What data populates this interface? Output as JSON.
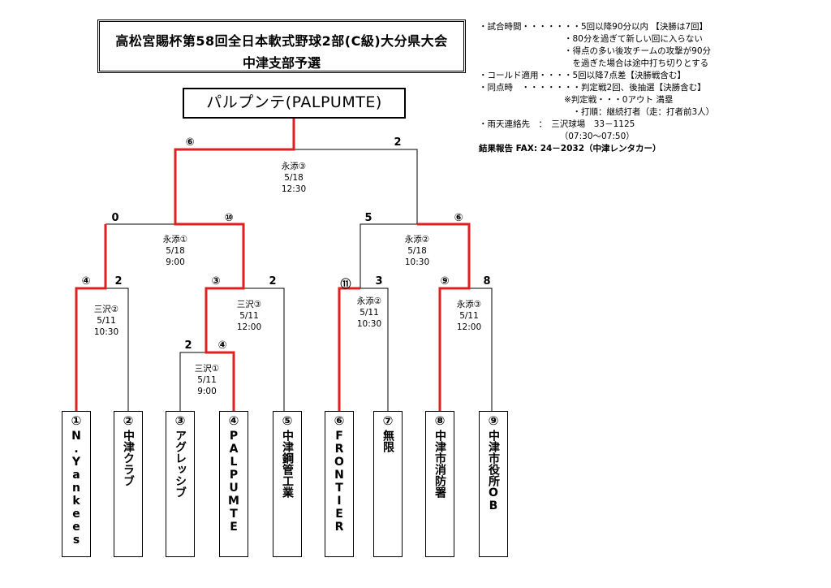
{
  "title": {
    "line1": "高松宮賜杯第58回全日本軟式野球2部(C級)大分県大会",
    "line2": "中津支部予選"
  },
  "winner": "パルプンテ(PALPUMTE)",
  "rules": [
    "・試合時間・・・・・・・5回以降90分以内 【決勝は7回】",
    "　　　　　　　　　　・80分を過ぎて新しい回に入らない",
    "　　　　　　　　　　・得点の多い後攻チームの攻撃が90分",
    "　　　　　　　　　　　を過ぎた場合は途中打ち切りとする",
    "・コールド適用・・・・5回以降7点差【決勝戦含む】",
    "・同点時　・・・・・・・判定戦2回、後抽選【決勝含む】",
    "　　　　　　　　　　※判定戦・・・0アウト 満塁",
    "　　　　　　　　　　　・打順：継続打者（走：打者前3人）",
    "・雨天連絡先　：　三沢球場　33－1125",
    "　　　　　　　　　　（07:30～07:50）",
    "結果報告 FAX: 24－2032（中津レンタカー）"
  ],
  "teams": [
    {
      "num": "①",
      "name": "N.Yankees"
    },
    {
      "num": "②",
      "name": "中津クラブ"
    },
    {
      "num": "③",
      "name": "アグレッシブ"
    },
    {
      "num": "④",
      "name": "PALPUMTE"
    },
    {
      "num": "⑤",
      "name": "中津鋼管工業"
    },
    {
      "num": "⑥",
      "name": "FRONTIER"
    },
    {
      "num": "⑦",
      "name": "無限"
    },
    {
      "num": "⑧",
      "name": "中津市消防署"
    },
    {
      "num": "⑨",
      "name": "中津市役所OB"
    }
  ],
  "matches": {
    "m1": {
      "venue": "三沢②",
      "date": "5/11",
      "time": "10:30",
      "score_left": "④",
      "score_right": "2"
    },
    "m2": {
      "venue": "三沢①",
      "date": "5/11",
      "time": "9:00",
      "score_left": "2",
      "score_right": "④"
    },
    "m3": {
      "venue": "三沢③",
      "date": "5/11",
      "time": "12:00",
      "score_left": "③",
      "score_right": "2"
    },
    "m4": {
      "venue": "永添②",
      "date": "5/11",
      "time": "10:30",
      "score_left": "⑪",
      "score_right": "3"
    },
    "m5": {
      "venue": "永添③",
      "date": "5/11",
      "time": "12:00",
      "score_left": "⑨",
      "score_right": "8"
    },
    "sf1": {
      "venue": "永添①",
      "date": "5/18",
      "time": "9:00",
      "score_left": "0",
      "score_right": "⑩"
    },
    "sf2": {
      "venue": "永添②",
      "date": "5/18",
      "time": "10:30",
      "score_left": "5",
      "score_right": "⑥"
    },
    "final": {
      "venue": "永添③",
      "date": "5/18",
      "time": "12:30",
      "score_left": "⑥",
      "score_right": "2"
    }
  },
  "colors": {
    "win_line": "#e02020",
    "line": "#000000"
  }
}
